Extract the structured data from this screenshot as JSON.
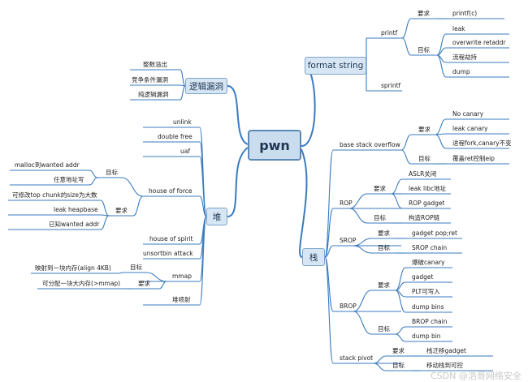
{
  "root": "pwn",
  "branches": {
    "format_string": "format string",
    "logic": "逻辑漏洞",
    "heap": "堆",
    "stack": "栈"
  },
  "format": {
    "printf": "printf",
    "sprintf": "sprintf",
    "req": "要求",
    "req_printf_c": "printf(c)",
    "goal": "目标",
    "goals": [
      "leak",
      "overwrite retaddr",
      "流程劫持",
      "dump"
    ]
  },
  "logic": {
    "items": [
      "整数溢出",
      "竞争条件漏洞",
      "纯逻辑漏洞"
    ]
  },
  "heap": {
    "unlink": "unlink",
    "double_free": "double free",
    "uaf": "uaf",
    "house_of_force": "house of force",
    "hof_goal": "目标",
    "hof_goal_items": [
      "malloc到wanted addr",
      "任意地址写"
    ],
    "hof_req": "要求",
    "hof_req_items": [
      "可修改top chunk的size为大数",
      "leak heapbase",
      "已知wanted addr"
    ],
    "house_of_spirit": "house of spirit",
    "unsortbin": "unsortbin attack",
    "mmap": "mmap",
    "mmap_goal": "目标",
    "mmap_goal_item": "映射到一块内存(align 4KB)",
    "mmap_req": "要求",
    "mmap_req_item": "可分配一块大内存(>mmap)",
    "heap_spray": "堆喷射"
  },
  "stack": {
    "bso": "base stack overflow",
    "bso_req": "要求",
    "bso_req_items": [
      "No canary",
      "leak canary",
      "进程fork,canary不变"
    ],
    "bso_goal": "目标",
    "bso_goal_item": "覆盖ret控制eip",
    "rop": "ROP",
    "rop_req": "要求",
    "rop_req_items": [
      "ASLR关闭",
      "leak libc地址",
      "ROP gadget"
    ],
    "rop_goal": "目标",
    "rop_goal_item": "构造ROP链",
    "srop": "SROP",
    "srop_req": "要求",
    "srop_req_item": "gadget pop;ret",
    "srop_goal": "目标",
    "srop_goal_item": "SROP chain",
    "brop": "BROP",
    "brop_req": "要求",
    "brop_req_items": [
      "爆破canary",
      "gadget",
      "PLT可写入",
      "dump bins"
    ],
    "brop_goal": "目标",
    "brop_goal_items": [
      "BROP chain",
      "dump bin"
    ],
    "pivot": "stack pivot",
    "pivot_req": "要求",
    "pivot_req_item": "栈迁移gadget",
    "pivot_goal": "目标",
    "pivot_goal_item": "移动栈到可控"
  },
  "watermark": "CSDN @浩哥网络安全"
}
